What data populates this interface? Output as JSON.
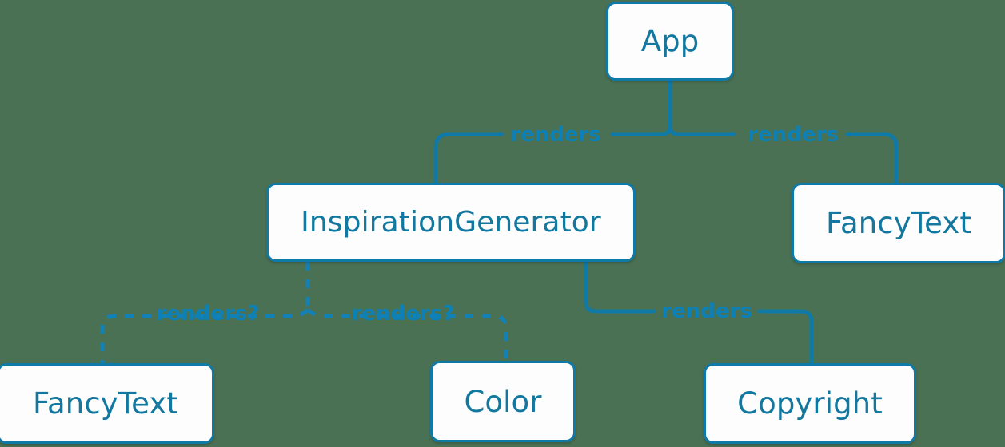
{
  "diagram": {
    "type": "component-tree",
    "background_color": "#4a7153",
    "node_fill": "#fdfdfd",
    "node_border_color": "#0f7aa8",
    "node_text_color": "#12789f",
    "edge_color": "#0f7aa8",
    "edge_label_color": "#0d80b5",
    "nodes": [
      {
        "id": "app",
        "label": "App"
      },
      {
        "id": "inspiration",
        "label": "InspirationGenerator"
      },
      {
        "id": "fancytext_right",
        "label": "FancyText"
      },
      {
        "id": "fancytext_bottom",
        "label": "FancyText"
      },
      {
        "id": "color",
        "label": "Color"
      },
      {
        "id": "copyright",
        "label": "Copyright"
      }
    ],
    "edges": [
      {
        "from": "app",
        "to": "inspiration",
        "label": "renders",
        "style": "solid"
      },
      {
        "from": "app",
        "to": "fancytext_right",
        "label": "renders",
        "style": "solid"
      },
      {
        "from": "inspiration",
        "to": "fancytext_bottom",
        "label": "renders?",
        "style": "dashed"
      },
      {
        "from": "inspiration",
        "to": "color",
        "label": "renders?",
        "style": "dashed"
      },
      {
        "from": "inspiration",
        "to": "copyright",
        "label": "renders",
        "style": "solid"
      }
    ],
    "edge_labels": {
      "app_inspiration": "renders",
      "app_fancytext": "renders",
      "inspiration_fancytext": "renders?",
      "inspiration_color": "renders?",
      "inspiration_copyright": "renders"
    }
  }
}
